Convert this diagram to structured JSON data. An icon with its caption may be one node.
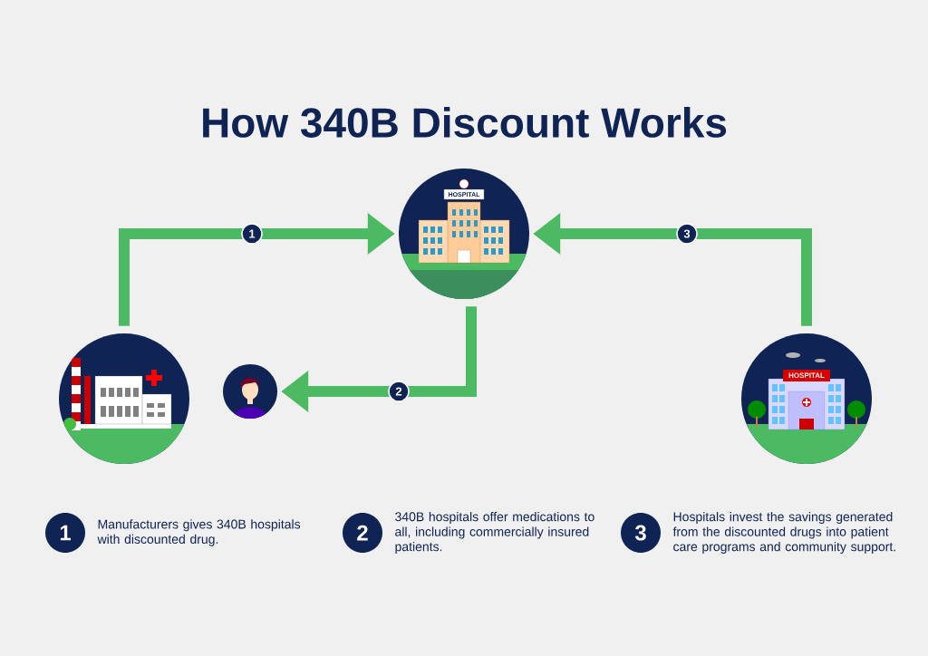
{
  "diagram": {
    "title": "How 340B Discount Works",
    "nodes": [
      {
        "text": [],
        "shape": "picture"
      },
      {
        "text": [
          "HOSPITAL"
        ]
      },
      {
        "text": [],
        "shape": "picture"
      },
      {
        "text": [
          "HOSPITAL"
        ]
      },
      {
        "text": [
          "1"
        ],
        "beside": [
          "Manufacturers gives 340B hospitals with discounted drug."
        ]
      },
      {
        "text": [
          "2"
        ],
        "beside": [
          "340B hospitals offer medications to all, including commercially insured patients."
        ]
      },
      {
        "text": [
          "3"
        ],
        "beside": [
          "Hospitals invest the savings generated from the discounted drugs into patient care programs and community support."
        ]
      }
    ],
    "edges": [
      {
        "from": 0,
        "to": 1,
        "arrow": "to",
        "label": "1"
      },
      {
        "from": 1,
        "to": 2,
        "arrow": "to",
        "label": "2"
      },
      {
        "from": 3,
        "to": 1,
        "arrow": "to",
        "label": "3"
      }
    ]
  }
}
